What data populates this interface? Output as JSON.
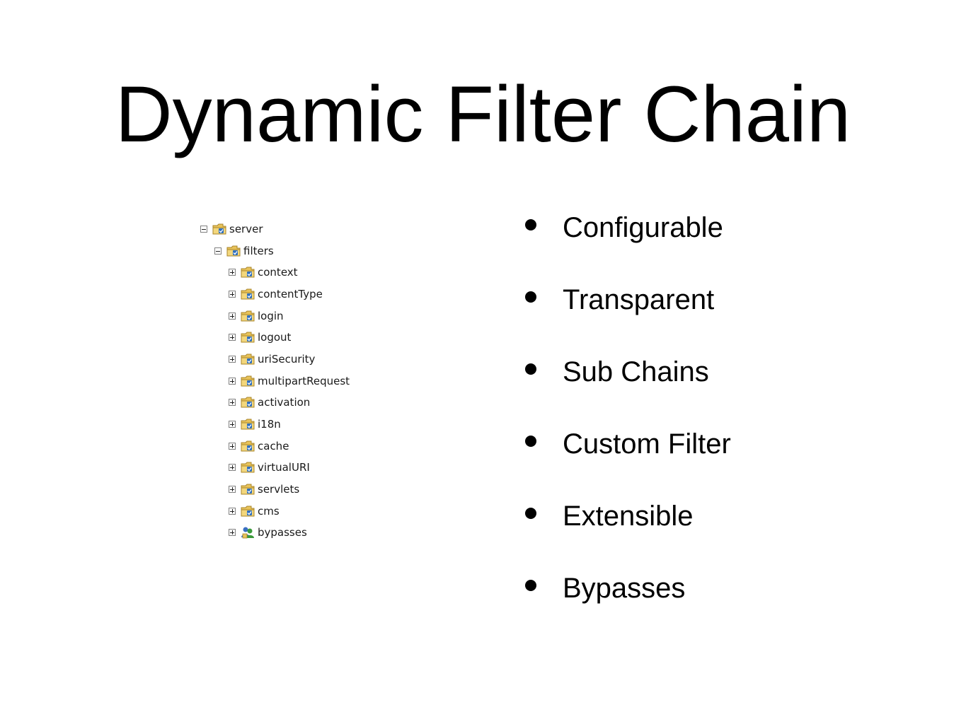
{
  "slide": {
    "title": "Dynamic Filter Chain"
  },
  "tree": {
    "root": {
      "label": "server",
      "expanded": true,
      "icon": "folder-icon"
    },
    "filters": {
      "label": "filters",
      "expanded": true,
      "icon": "folder-icon"
    },
    "children": [
      {
        "label": "context",
        "icon": "folder-icon"
      },
      {
        "label": "contentType",
        "icon": "folder-icon"
      },
      {
        "label": "login",
        "icon": "folder-icon"
      },
      {
        "label": "logout",
        "icon": "folder-icon"
      },
      {
        "label": "uriSecurity",
        "icon": "folder-icon"
      },
      {
        "label": "multipartRequest",
        "icon": "folder-icon"
      },
      {
        "label": "activation",
        "icon": "folder-icon"
      },
      {
        "label": "i18n",
        "icon": "folder-icon"
      },
      {
        "label": "cache",
        "icon": "folder-icon"
      },
      {
        "label": "virtualURI",
        "icon": "folder-icon"
      },
      {
        "label": "servlets",
        "icon": "folder-icon"
      },
      {
        "label": "cms",
        "icon": "folder-icon"
      },
      {
        "label": "bypasses",
        "icon": "users-icon"
      }
    ]
  },
  "bullets": [
    "Configurable",
    "Transparent",
    "Sub Chains",
    "Custom Filter",
    "Extensible",
    "Bypasses"
  ],
  "colors": {
    "text": "#000000",
    "background": "#ffffff",
    "folder": "#e8c35a",
    "folder_badge": "#2f6fbf",
    "users_icon_green": "#3a9a3a",
    "users_icon_blue": "#3a6fc2"
  }
}
